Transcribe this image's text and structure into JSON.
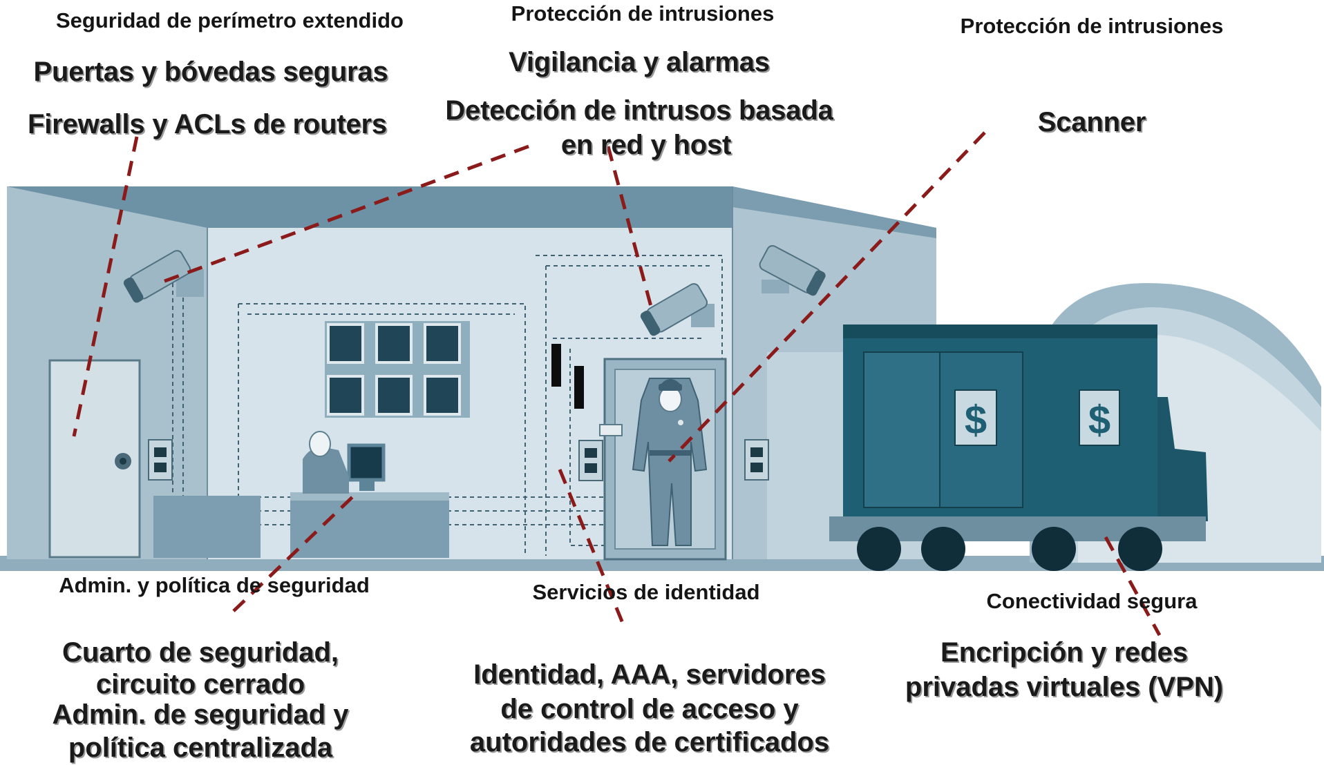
{
  "top_left": {
    "category": "Seguridad de perímetro extendido",
    "item1": "Puertas y bóvedas seguras",
    "item2": "Firewalls y ACLs de routers"
  },
  "top_center": {
    "category": "Protección de intrusiones",
    "item1": "Vigilancia y alarmas",
    "item2_line1": "Detección de intrusos basada",
    "item2_line2": "en red y host"
  },
  "top_right": {
    "category": "Protección de intrusiones",
    "item1": "Scanner"
  },
  "bottom_left": {
    "category": "Admin. y política de seguridad",
    "item1_line1": "Cuarto de seguridad,",
    "item1_line2": "circuito cerrado",
    "item2_line1": "Admin. de seguridad y",
    "item2_line2": "política centralizada"
  },
  "bottom_center": {
    "category": "Servicios de identidad",
    "line1": "Identidad, AAA, servidores",
    "line2": "de control de acceso y",
    "line3": "autoridades de certificados"
  },
  "bottom_right": {
    "category": "Conectividad segura",
    "line1": "Encripción y redes",
    "line2": "privadas virtuales (VPN)"
  },
  "truck": {
    "left_sign": "$",
    "right_sign": "$"
  },
  "colors": {
    "wall_light": "#c4d5de",
    "wall_mid": "#8fadbd",
    "wall_dark": "#5d8599",
    "truck": "#1f5f73",
    "pointer": "#8b1a1a"
  }
}
